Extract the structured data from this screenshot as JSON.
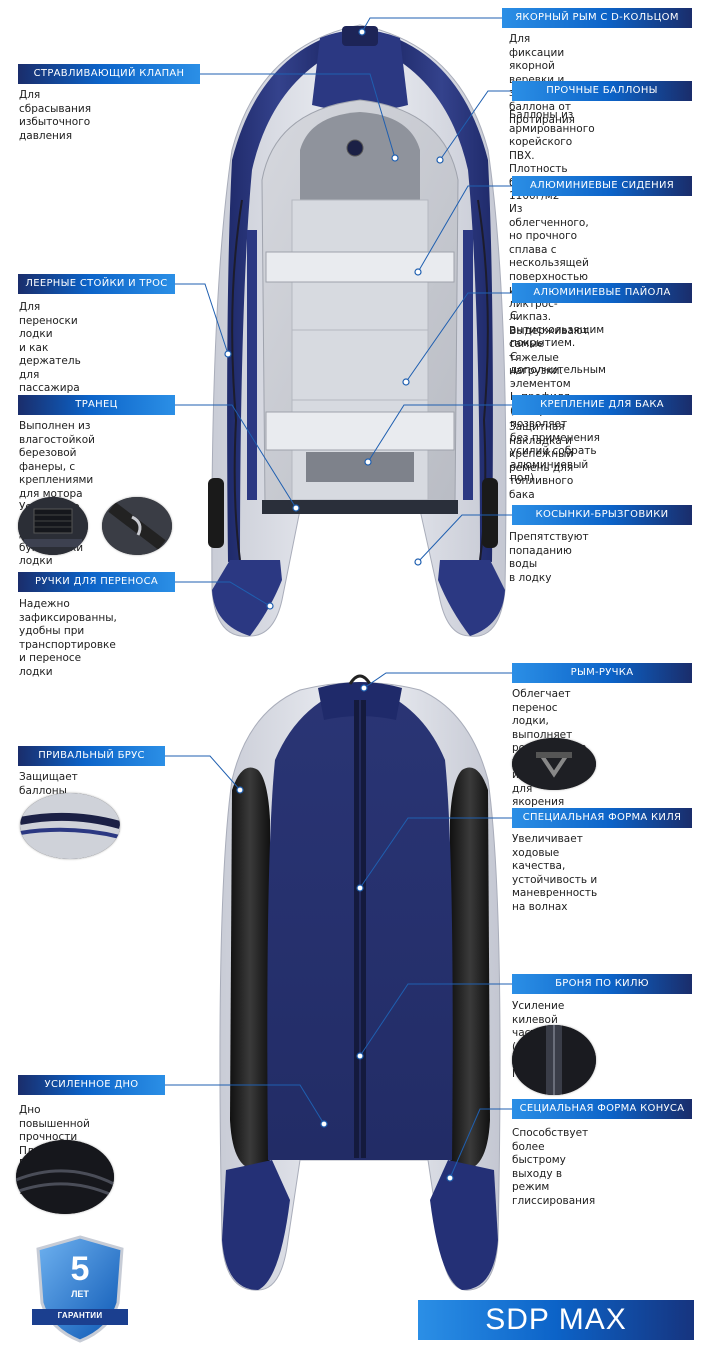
{
  "colors": {
    "accent": "#0c63c8",
    "navy": "#1a2d6b",
    "hull_light": "#e4e6ec",
    "hull_dark": "#222844"
  },
  "callouts": {
    "anchor_ring": {
      "title": "ЯКОРНЫЙ РЫМ С D-КОЛЬЦОМ",
      "text": "Для фиксации якорной веревки и\nзащиты баллона от протирания"
    },
    "relief_valve": {
      "title": "СТРАВЛИВАЮЩИЙ КЛАПАН",
      "text": "Для сбрасывания избыточного давления"
    },
    "tubes": {
      "title": "ПРОЧНЫЕ БАЛЛОНЫ",
      "text": "Баллоны из армированного\nкорейского ПВХ.\nПлотность баллонов – 1100г/м2"
    },
    "seats": {
      "title": "АЛЮМИНИЕВЫЕ СИДЕНИЯ",
      "text": "Из облегченного, но прочного\nсплава с нескользящей\nповерхностью и креплении\nликтрос-ликпаз. Выдерживают\nсамые тяжелые нагрузки."
    },
    "lifeline": {
      "title": "ЛЕЕРНЫЕ  СТОЙКИ И ТРОС",
      "text": "Для переноски лодки\nи как держатель для пассажира"
    },
    "floor": {
      "title": "АЛЮМИНИЕВЫЕ ПАЙОЛА",
      "text": "С антискользящим покрытием.\nС дополнительным элементом\nL–профиля (который позволяет\nбез применения усилий собрать\nалюминиевый пол)"
    },
    "transom": {
      "title": "ТРАНЕЦ",
      "text": "Выполнен из влагостойкой\nберезовой фанеры, с креплениями\nдля мотора\nУсиленные U–болты\nдля буксировки лодки"
    },
    "tank_mount": {
      "title": "КРЕПЛЕНИЕ ДЛЯ БАКА",
      "text": "Защитная накладка и\nкрепежный ремень для\nтопливного бака"
    },
    "splash_guards": {
      "title": "КОСЫНКИ-БРЫЗГОВИКИ",
      "text": "Препятствуют попаданию воды\nв лодку"
    },
    "carry_handles": {
      "title": "РУЧКИ ДЛЯ ПЕРЕНОСА",
      "text": "Надежно зафиксированны,\nудобны при транспортировке\nи переносе лодки"
    },
    "handle_ring": {
      "title": "РЫМ-РУЧКА",
      "text": "Облегчает перенос лодки,\nвыполняет роль ручки, а также\nиспользуется для якорения"
    },
    "rub_strake": {
      "title": "ПРИВАЛЬНЫЙ БРУС",
      "text": "Защищает баллоны"
    },
    "keel_shape": {
      "title": "СПЕЦИАЛЬНАЯ ФОРМА КИЛЯ",
      "text": "Увеличивает ходовые качества,\nустойчивость и маневренность\nна волнах"
    },
    "keel_guard": {
      "title": "БРОНЯ ПО КИЛЮ",
      "text": "Усиление килевой части дна\n(проклейка лентой ПВХ 60 мм)"
    },
    "bottom": {
      "title": "УСИЛЕННОЕ ДНО",
      "text": "Дно повышенной прочности\nПлотность ПВХ на днище  –1100г/м2"
    },
    "cone_shape": {
      "title": "СЕЦИАЛЬНАЯ ФОРМА  КОНУСА",
      "text": "Способствует более быстрому\nвыходу в режим глиссирования"
    }
  },
  "badge": {
    "years": "5",
    "unit": "ЛЕТ",
    "ribbon": "ГАРАНТИИ"
  },
  "model": {
    "name": "SDP MAX"
  }
}
